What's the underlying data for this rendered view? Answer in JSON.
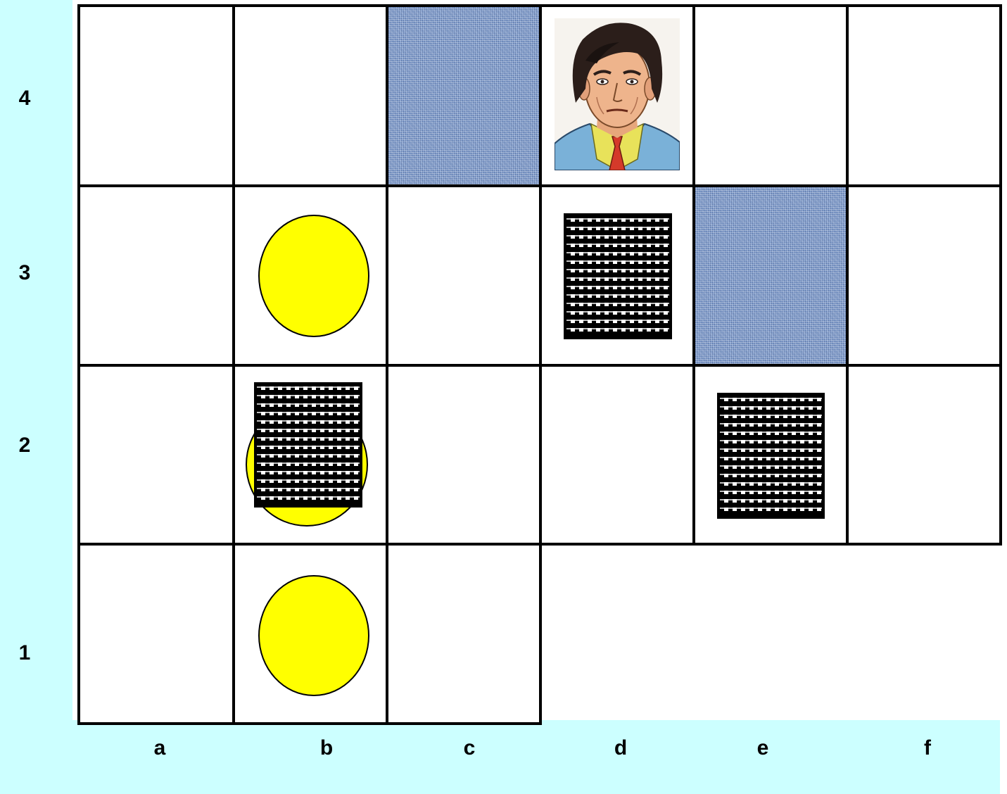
{
  "board": {
    "files": [
      "a",
      "b",
      "c",
      "d",
      "e",
      "f"
    ],
    "ranks": [
      "4",
      "3",
      "2",
      "1"
    ],
    "strip_color": "#ccffff",
    "grid_color": "#000000"
  },
  "tiles": {
    "blue_cloth": [
      "c4",
      "e3"
    ],
    "coins": [
      "b3",
      "b2",
      "b1"
    ],
    "crates": [
      "d3",
      "b2",
      "e2"
    ],
    "character": "d4"
  },
  "colors": {
    "coin": "#ffff00",
    "cloth": "#7e9ac9"
  },
  "icons": {
    "coin": "yellow-coin-icon",
    "crate": "checkered-crate-icon",
    "character": "man-portrait-icon",
    "wall": "blue-cloth-tile"
  }
}
